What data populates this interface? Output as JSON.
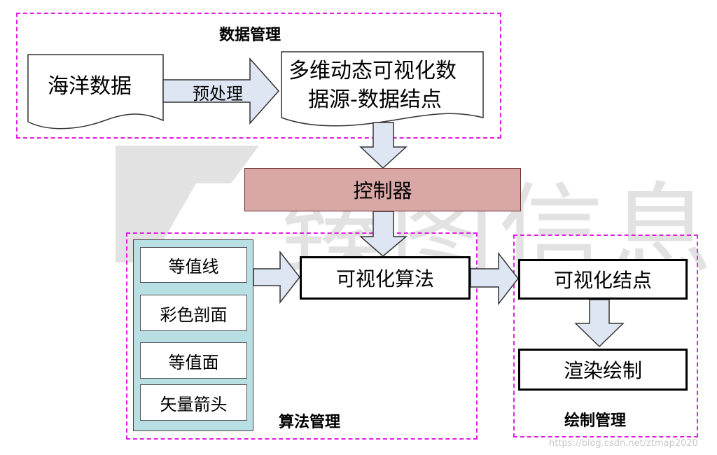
{
  "watermark": {
    "text": "臻图信息"
  },
  "data_management": {
    "title": "数据管理",
    "ocean_data": "海洋数据",
    "preprocess": "预处理",
    "source_line1": "多维动态可视化数",
    "source_line2": "据源-数据结点"
  },
  "controller": {
    "label": "控制器"
  },
  "algorithm_management": {
    "title": "算法管理",
    "algorithms": [
      "等值线",
      "彩色剖面",
      "等值面",
      "矢量箭头"
    ],
    "visualization_algorithm": "可视化算法"
  },
  "render_management": {
    "title": "绘制管理",
    "visualization_node": "可视化结点",
    "render": "渲染绘制"
  },
  "credit": "https://blog.csdn.net/ztmap2020"
}
